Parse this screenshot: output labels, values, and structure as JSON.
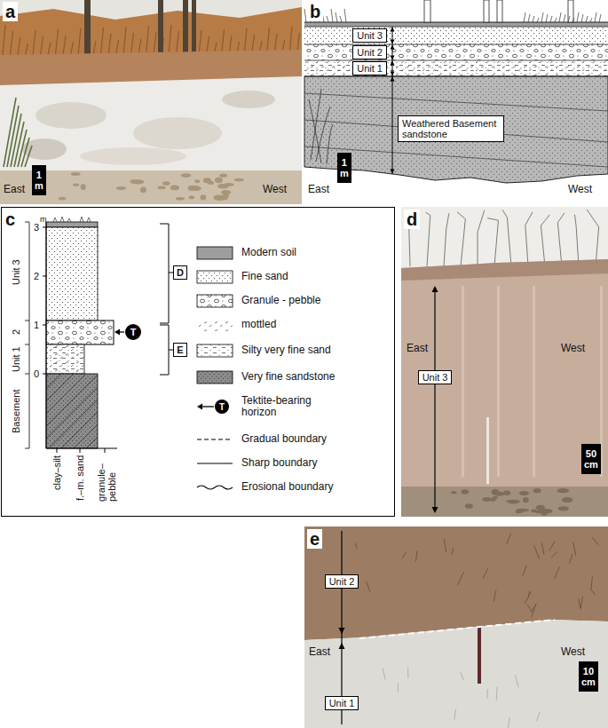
{
  "diagram": {
    "nodes": [
      {
        "text": [
          "1 m"
        ]
      },
      {
        "text": [
          "Unit 3"
        ]
      },
      {
        "text": [
          "Unit 2"
        ]
      },
      {
        "text": [
          "Unit 1"
        ]
      },
      {
        "text": [
          "Weathered Basement sandstone"
        ]
      },
      {
        "text": [
          "1 m"
        ]
      },
      {
        "text": [
          "D"
        ]
      },
      {
        "text": [
          "E"
        ]
      },
      {
        "text": [
          "T"
        ]
      },
      {
        "text": [
          "Unit 3"
        ]
      },
      {
        "text": [
          "50 cm"
        ]
      },
      {
        "text": [
          "Unit 2"
        ]
      },
      {
        "text": [
          "Unit 1"
        ]
      },
      {
        "text": [
          "10 cm"
        ]
      }
    ],
    "labels": [
      "a",
      "East",
      "West",
      "b",
      "East",
      "West",
      "c",
      "3",
      "m",
      "2",
      "1",
      "0",
      "Unit 3",
      "2",
      "Unit 1",
      "Basement",
      "clay–silt",
      "f.–m. sand",
      "granule– pebble",
      "d",
      "East",
      "West",
      "e",
      "East",
      "West",
      "T"
    ],
    "legend": [
      {
        "text": "Modern soil",
        "color": "#9e9e9e"
      },
      {
        "text": "Fine sand"
      },
      {
        "text": "Granule - pebble"
      },
      {
        "text": "mottled"
      },
      {
        "text": "Silty very fine sand"
      },
      {
        "text": "Very fine sandstone"
      },
      {
        "text": "Tektite-bearing horizon"
      },
      {
        "text": "Gradual boundary"
      },
      {
        "text": "Sharp boundary"
      },
      {
        "text": "Erosional boundary"
      }
    ]
  }
}
